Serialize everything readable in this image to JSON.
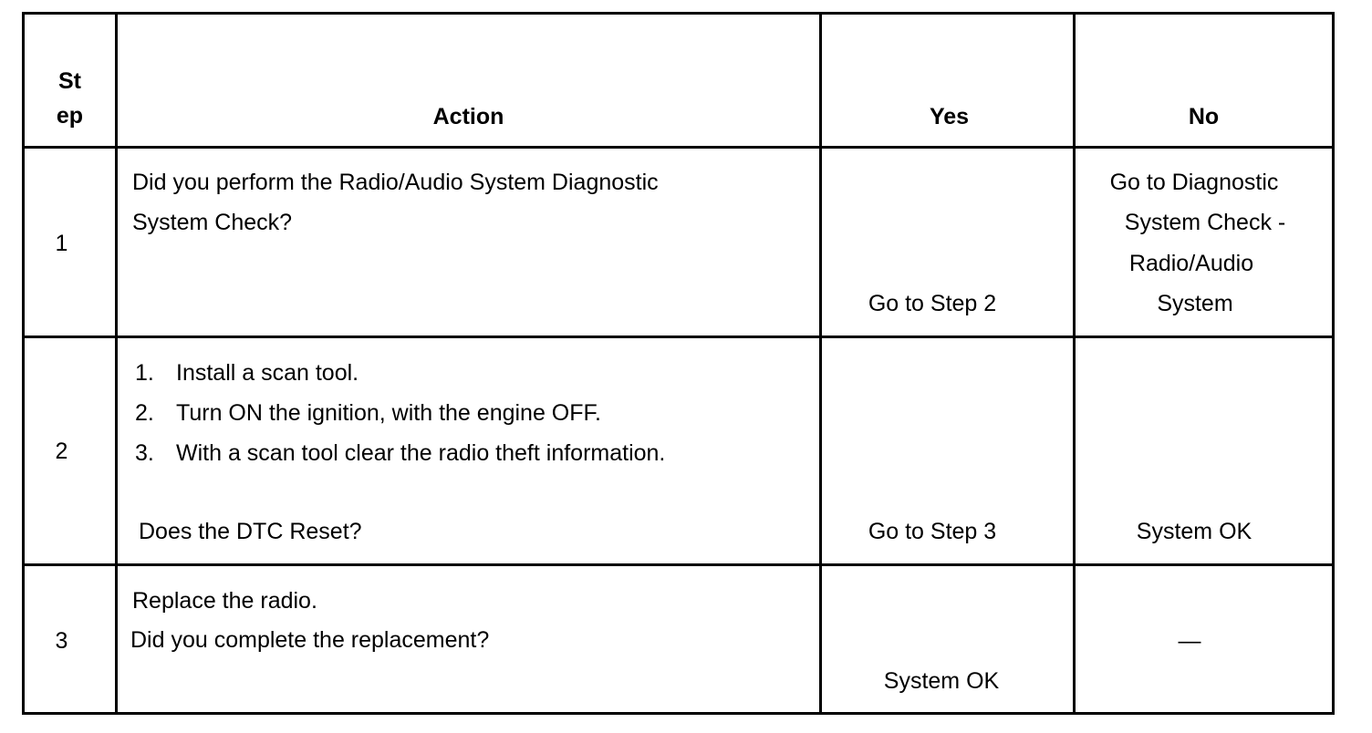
{
  "table": {
    "headers": {
      "step": [
        "St",
        "ep"
      ],
      "action": "Action",
      "yes": "Yes",
      "no": "No"
    },
    "rows": [
      {
        "step": "1",
        "action_lines": [
          "Did you perform the Radio/Audio System Diagnostic",
          "System Check?"
        ],
        "yes": "Go to Step 2",
        "no_lines": [
          "Go to Diagnostic",
          "System Check -",
          "Radio/Audio",
          "System"
        ]
      },
      {
        "step": "2",
        "action_list": [
          {
            "num": "1.",
            "text": "Install a scan tool."
          },
          {
            "num": "2.",
            "text": "Turn ON the ignition, with the engine OFF."
          },
          {
            "num": "3.",
            "text": "With a scan tool clear the radio theft information."
          }
        ],
        "action_question": "Does the DTC Reset?",
        "yes": "Go to Step 3",
        "no": "System OK"
      },
      {
        "step": "3",
        "action_lines": [
          "Replace the radio.",
          "Did you complete the replacement?"
        ],
        "yes": "System OK",
        "no": "—"
      }
    ]
  }
}
